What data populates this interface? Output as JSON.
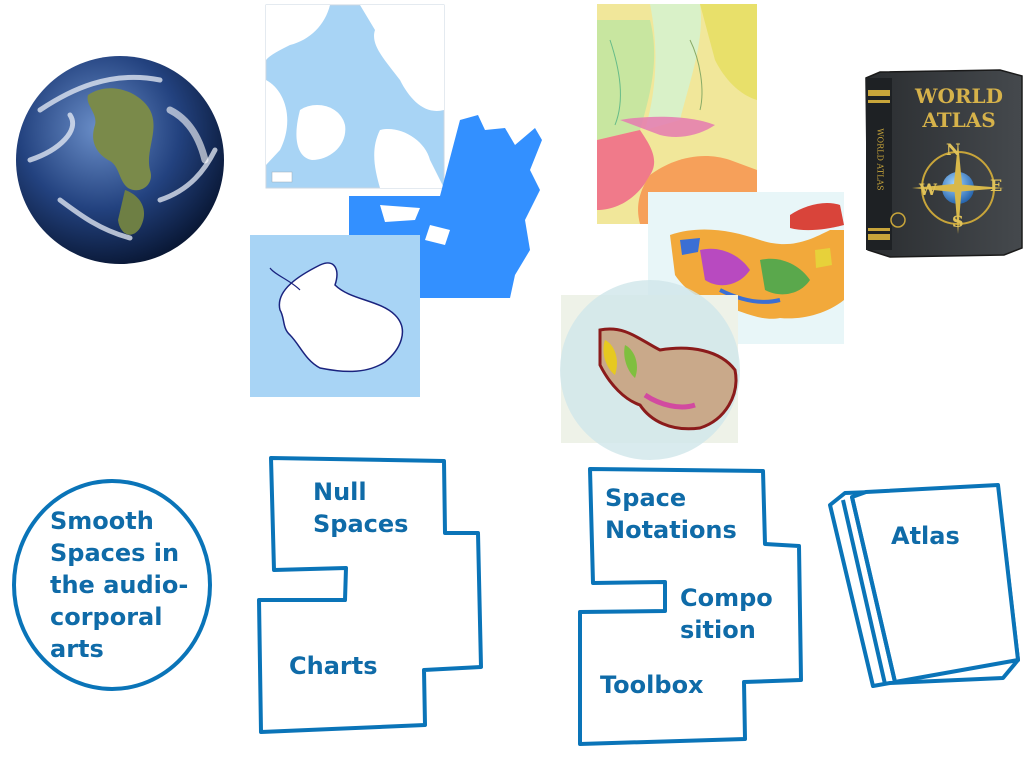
{
  "colors": {
    "accent": "#0f6ba8",
    "outline": "#0a74b8",
    "ocean": "#a8d4f5",
    "deep_blue": "#3390ff"
  },
  "top_images": [
    {
      "name": "earth-globe-image"
    },
    {
      "name": "arctic-map-image"
    },
    {
      "name": "blue-coastline-map-image"
    },
    {
      "name": "antarctica-map-image"
    },
    {
      "name": "political-zones-map-image"
    },
    {
      "name": "geology-map-image"
    },
    {
      "name": "antarctica-geology-map-image"
    },
    {
      "name": "world-atlas-book-image"
    }
  ],
  "atlas_book": {
    "title_line1": "WORLD",
    "title_line2": "ATLAS",
    "spine_text": "WORLD ATLAS",
    "compass": {
      "n": "N",
      "e": "E",
      "s": "S",
      "w": "W"
    }
  },
  "diagram": {
    "circle_label": {
      "lines": [
        "Smooth",
        "Spaces in",
        "the audio-",
        "corporal",
        "arts"
      ]
    },
    "charts_shape": {
      "top_label": [
        "Null",
        "Spaces"
      ],
      "bottom_label": "Charts"
    },
    "notations_shape": {
      "top_label": [
        "Space",
        "Notations"
      ],
      "middle_label": [
        "Compo",
        "sition"
      ],
      "bottom_label": "Toolbox"
    },
    "book_label": "Atlas"
  }
}
